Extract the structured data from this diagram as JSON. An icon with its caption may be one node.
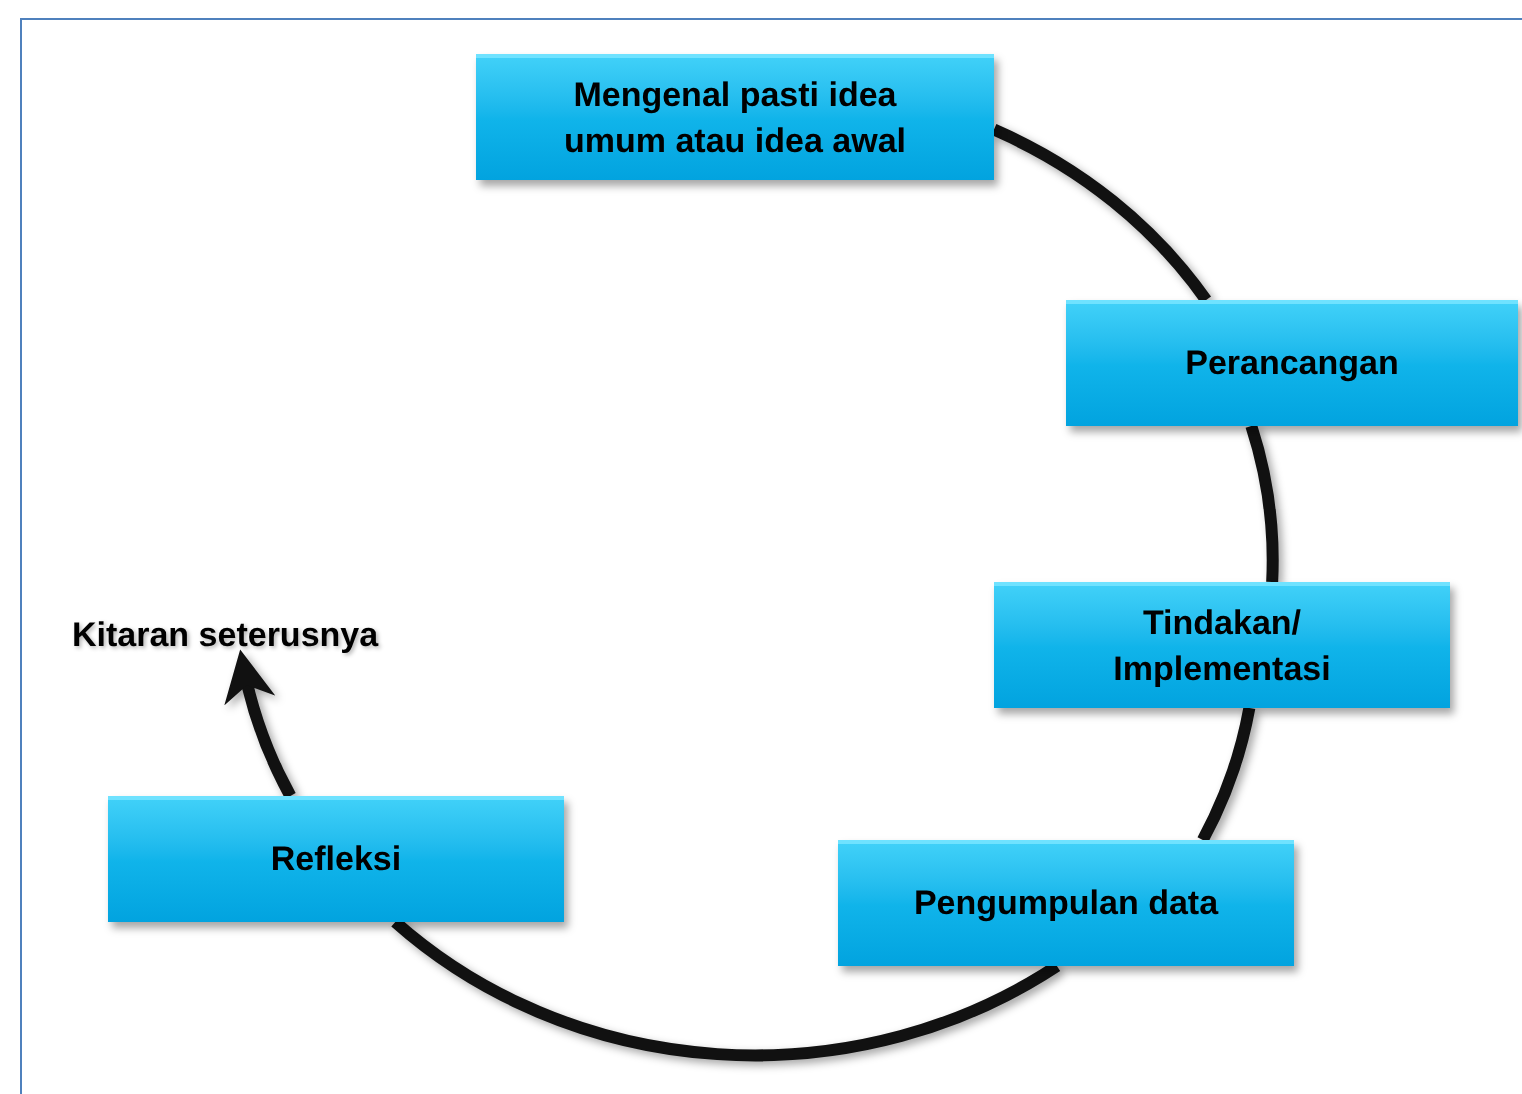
{
  "diagram": {
    "nodes": [
      {
        "text": [
          "Mengenal pasti idea umum atau idea awal"
        ]
      },
      {
        "text": [
          "Perancangan"
        ]
      },
      {
        "text": [
          "Tindakan/ Implementasi"
        ]
      },
      {
        "text": [
          "Pengumpulan data"
        ]
      },
      {
        "text": [
          "Refleksi"
        ]
      },
      {
        "text": [
          "Kitaran seterusnya"
        ]
      }
    ],
    "edges": [
      {
        "from": 0,
        "to": 1,
        "arrow": "none"
      },
      {
        "from": 1,
        "to": 2,
        "arrow": "none"
      },
      {
        "from": 2,
        "to": 3,
        "arrow": "none"
      },
      {
        "from": 3,
        "to": 4,
        "arrow": "none"
      },
      {
        "from": 4,
        "to": 5,
        "arrow": "to"
      }
    ]
  }
}
